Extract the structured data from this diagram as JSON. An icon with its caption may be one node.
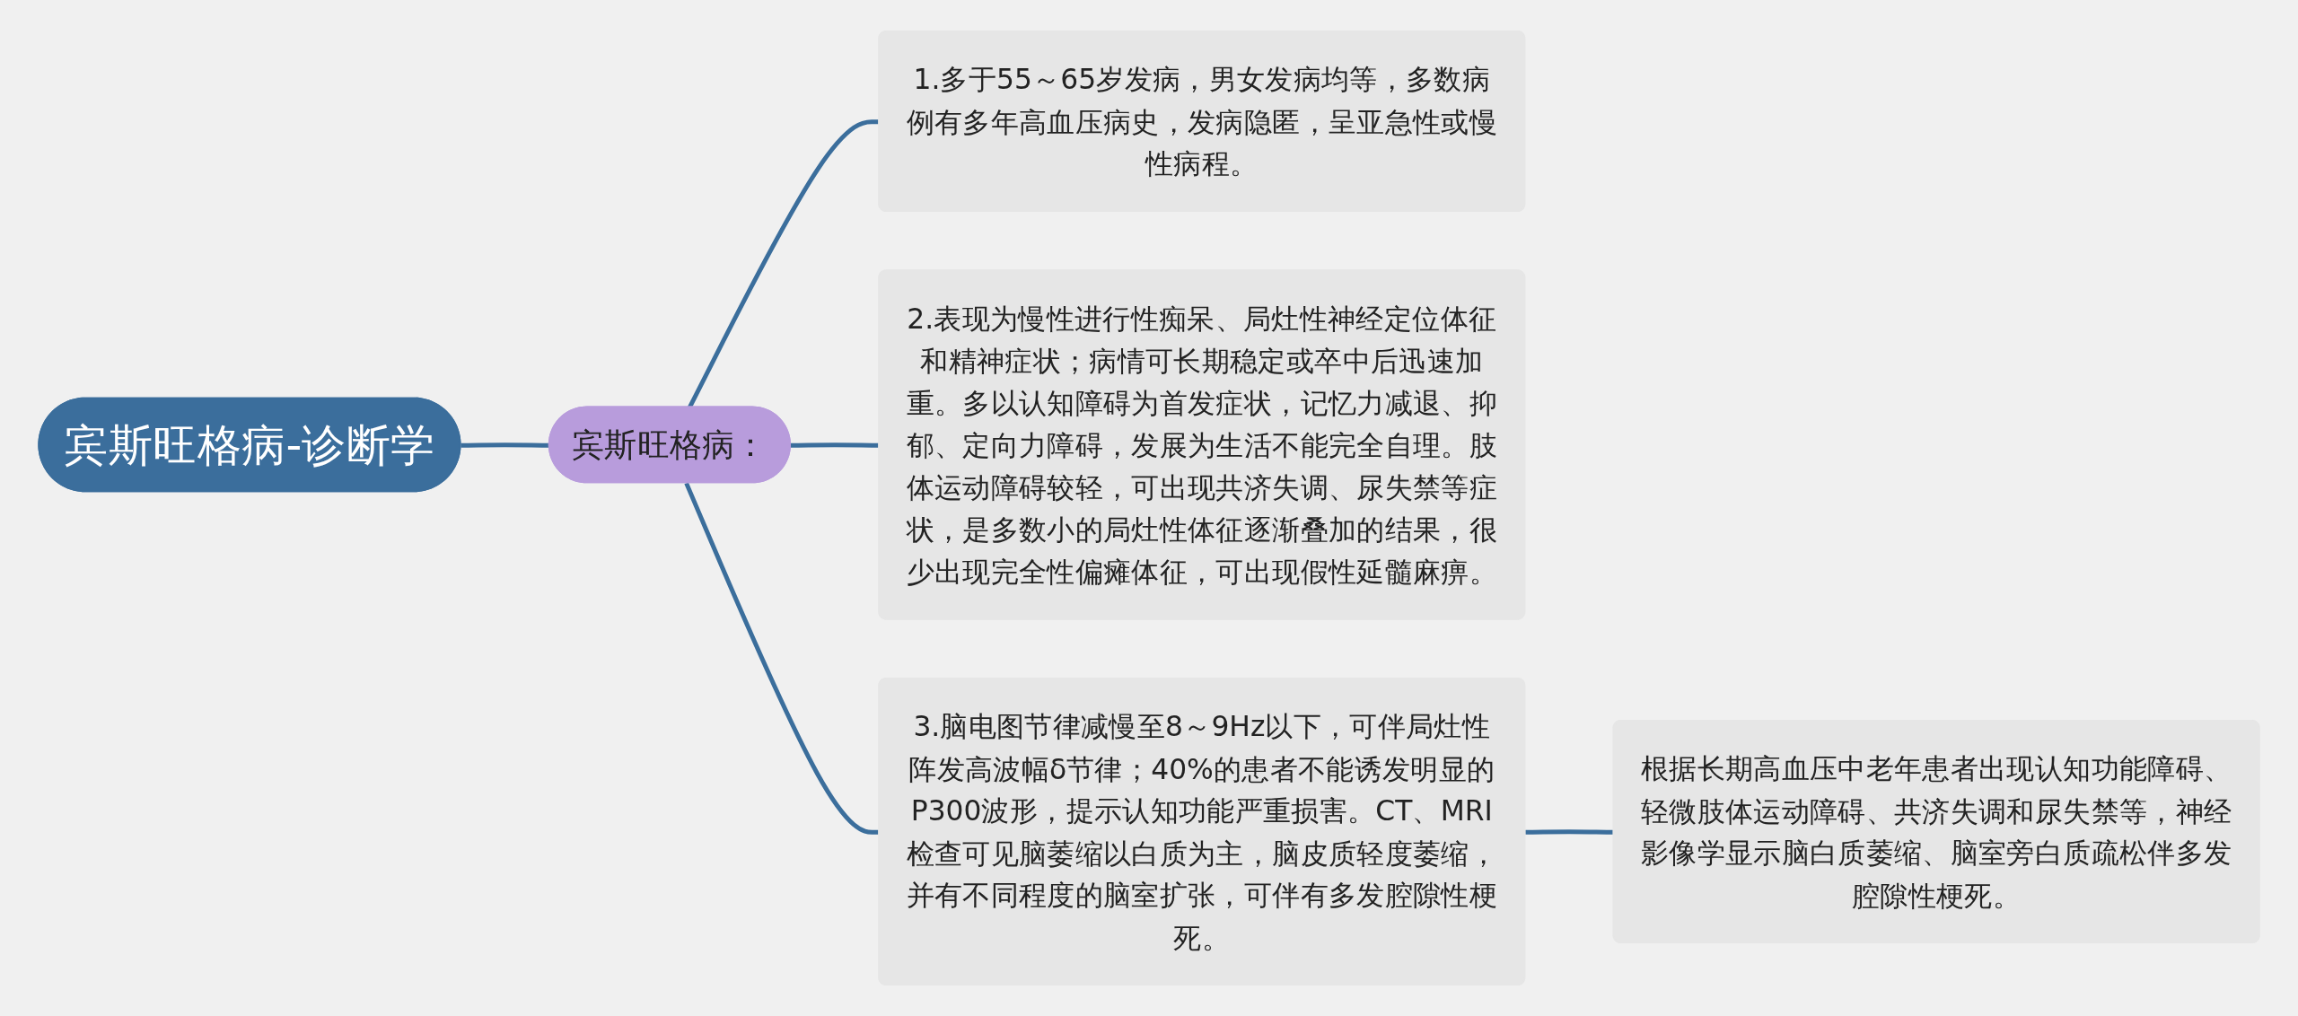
{
  "diagram": {
    "nodes": [
      {
        "text": [
          "宾斯旺格病-诊断学"
        ]
      },
      {
        "text": [
          "宾斯旺格病："
        ]
      },
      {
        "text": [
          "1.多于55～65岁发病，男女发病均等，多数病例有多年高血压病史，发病隐匿，呈亚急性或慢性病程。"
        ]
      },
      {
        "text": [
          "2.表现为慢性进行性痴呆、局灶性神经定位体征和精神症状；病情可长期稳定或卒中后迅速加重。多以认知障碍为首发症状，记忆力减退、抑郁、定向力障碍，发展为生活不能完全自理。肢体运动障碍较轻，可出现共济失调、尿失禁等症状，是多数小的局灶性体征逐渐叠加的结果，很少出现完全性偏瘫体征，可出现假性延髓麻痹。"
        ]
      },
      {
        "text": [
          "3.脑电图节律减慢至8～9Hz以下，可伴局灶性阵发高波幅δ节律；40%的患者不能诱发明显的P300波形，提示认知功能严重损害。CT、MRI检查可见脑萎缩以白质为主，脑皮质轻度萎缩，并有不同程度的脑室扩张，可伴有多发腔隙性梗死。"
        ]
      },
      {
        "text": [
          "根据长期高血压中老年患者出现认知功能障碍、轻微肢体运动障碍、共济失调和尿失禁等，神经影像学显示脑白质萎缩、脑室旁白质疏松伴多发腔隙性梗死。"
        ]
      }
    ],
    "edges": [
      {
        "from": 0,
        "to": 1,
        "arrow": "none"
      },
      {
        "from": 1,
        "to": 2,
        "arrow": "none"
      },
      {
        "from": 1,
        "to": 3,
        "arrow": "none"
      },
      {
        "from": 1,
        "to": 4,
        "arrow": "none"
      },
      {
        "from": 4,
        "to": 5,
        "arrow": "none"
      }
    ]
  }
}
